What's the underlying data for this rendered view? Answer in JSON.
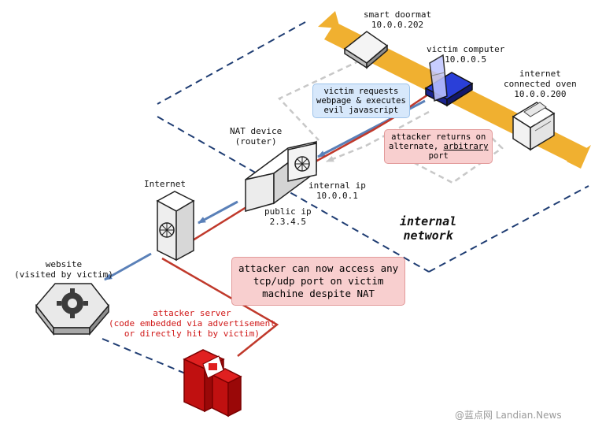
{
  "devices": {
    "smart_doormat": {
      "name": "smart doormat",
      "ip": "10.0.0.202"
    },
    "victim_computer": {
      "name": "victim computer",
      "ip": "10.0.0.5"
    },
    "oven": {
      "name_line1": "internet",
      "name_line2": "connected oven",
      "ip": "10.0.0.200"
    },
    "nat_device": {
      "name": "NAT device",
      "subtitle": "(router)"
    },
    "internal_ip": {
      "label": "internal ip",
      "ip": "10.0.0.1"
    },
    "public_ip": {
      "label": "public ip",
      "ip": "2.3.4.5"
    },
    "internet": {
      "name": "Internet"
    },
    "website": {
      "name": "website",
      "subtitle": "(visited by victim)"
    },
    "attacker_server": {
      "line1": "attacker server",
      "line2": "(code embedded via advertisement",
      "line3": "or directly hit by victim)"
    }
  },
  "zone": {
    "line1": "internal",
    "line2": "network"
  },
  "callouts": {
    "victim_requests": {
      "line1": "victim requests",
      "line2": "webpage & executes",
      "line3": "evil javascript"
    },
    "attacker_returns": {
      "line1": "attacker returns on",
      "line2_prefix": "alternate, ",
      "line2_underlined": "arbitrary",
      "line3": "port"
    },
    "attacker_access": {
      "line1": "attacker can now access any",
      "line2": "tcp/udp port on victim",
      "line3": "machine despite NAT"
    }
  },
  "watermark": {
    "text": "@蓝点网 Landian.News"
  },
  "colors": {
    "lan_band": "#f0b030",
    "blue_arrow": "#5a80b8",
    "red_line": "#c0392b",
    "zone_border": "#1f3d73",
    "attacker_red": "#cc1111",
    "victim_blue": "#2233cc"
  },
  "icons": [
    "doormat-icon",
    "computer-icon",
    "oven-icon",
    "router-icon",
    "internet-server-icon",
    "website-gear-icon",
    "attacker-server-icon"
  ]
}
